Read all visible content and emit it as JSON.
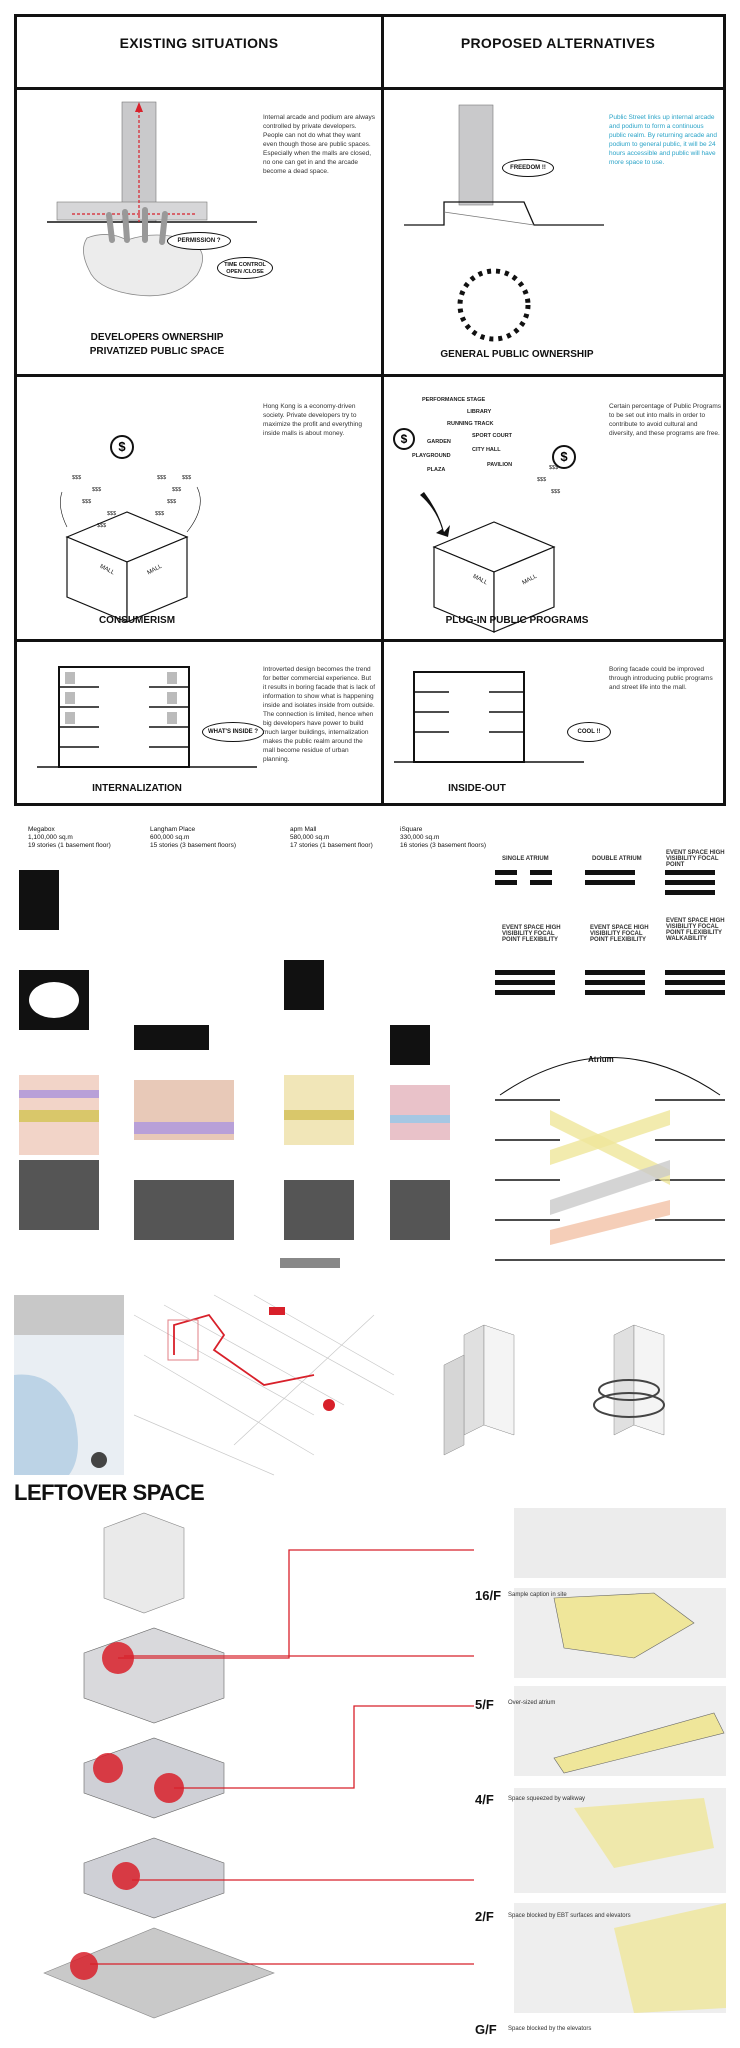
{
  "headers": {
    "existing": "EXISTING SITUATIONS",
    "proposed": "PROPOSED ALTERNATIVES"
  },
  "row1": {
    "left_caption_1": "DEVELOPERS OWNERSHIP",
    "left_caption_2": "PRIVATIZED PUBLIC SPACE",
    "left_bubble_1": "PERMISSION ?",
    "left_bubble_2": "TIME CONTROL OPEN /CLOSE",
    "left_text": [
      "Internal arcade and podium are always controlled by private developers. People can not do what they want even though those are public spaces. Especially when the malls are closed, no one can get in and the arcade become a dead space."
    ],
    "right_caption": "GENERAL PUBLIC OWNERSHIP",
    "right_bubble": "FREEDOM !!",
    "right_text": "Public Street links up internal arcade and podium to form a continuous public realm. By returning arcade and podium to general public, it will be 24 hours accessible and public will have more space to use."
  },
  "row2": {
    "left_caption": "CONSUMERISM",
    "left_text": "Hong Kong is a economy-driven society. Private developers try to maximize the profit and everything inside malls is about money.",
    "money_labels": [
      "$$$",
      "$$$",
      "$$$",
      "$$$",
      "$$$",
      "$$$",
      "$$$",
      "$$$",
      "$$$",
      "$$$"
    ],
    "mall_label": "MALL",
    "right_caption": "PLUG-IN PUBLIC PROGRAMS",
    "right_text": "Certain percentage of Public Programs to be set out into malls in order to contribute to avoid cultural and diversity, and these programs are free.",
    "programs": [
      "PERFORMANCE STAGE",
      "LIBRARY",
      "RUNNING TRACK",
      "SPORT COURT",
      "GARDEN",
      "CITY HALL",
      "PLAYGROUND",
      "PAVILION",
      "PLAZA"
    ]
  },
  "row3": {
    "left_caption": "INTERNALIZATION",
    "left_bubble": "WHAT'S INSIDE ?",
    "left_text": "Introverted design becomes the trend for better commercial experience. But it results in boring facade that is lack of information to show what is happening inside and isolates inside from outside. The connection is limited, hence when big developers have power to build much larger buildings, internalization makes the public realm around the mall become residue of urban planning.",
    "right_caption": "INSIDE-OUT",
    "right_bubble": "COOL !!",
    "right_text": "Boring facade could be improved through introducing public programs and street life into the mall."
  },
  "study": {
    "malls": [
      {
        "name": "Megabox",
        "area": "1,100,000 sq.m",
        "stories": "19 stories (1 basement floor)"
      },
      {
        "name": "Langham Place",
        "area": "600,000 sq.m",
        "stories": "15 stories (3 basement floors)"
      },
      {
        "name": "apm Mall",
        "area": "580,000 sq.m",
        "stories": "17 stories (1 basement floor)"
      },
      {
        "name": "iSquare",
        "area": "330,000 sq.m",
        "stories": "16 stories (3 basement floors)"
      }
    ],
    "atrium_types": [
      "SINGLE ATRIUM",
      "DOUBLE ATRIUM",
      "EVENT SPACE HIGH VISIBILITY FOCAL POINT"
    ],
    "atrium_types_2": [
      "EVENT SPACE HIGH VISIBILITY FOCAL POINT FLEXIBILITY",
      "EVENT SPACE HIGH VISIBILITY FOCAL POINT FLEXIBILITY",
      "EVENT SPACE HIGH VISIBILITY FOCAL POINT FLEXIBILITY WALKABILITY"
    ],
    "atrium_label": "Atrium"
  },
  "leftover": {
    "title": "LEFTOVER SPACE",
    "floors": [
      {
        "level": "16/F",
        "note": "Sample caption in site"
      },
      {
        "level": "5/F",
        "note": "Over-sized atrium"
      },
      {
        "level": "4/F",
        "note": "Space squeezed by walkway"
      },
      {
        "level": "2/F",
        "note": "Space blocked by EBT surfaces and elevators"
      },
      {
        "level": "G/F",
        "note": "Space blocked by the elevators"
      }
    ]
  },
  "colors": {
    "accent": "#29a3c7",
    "red": "#d8202a",
    "yellow": "#e9e46a"
  }
}
